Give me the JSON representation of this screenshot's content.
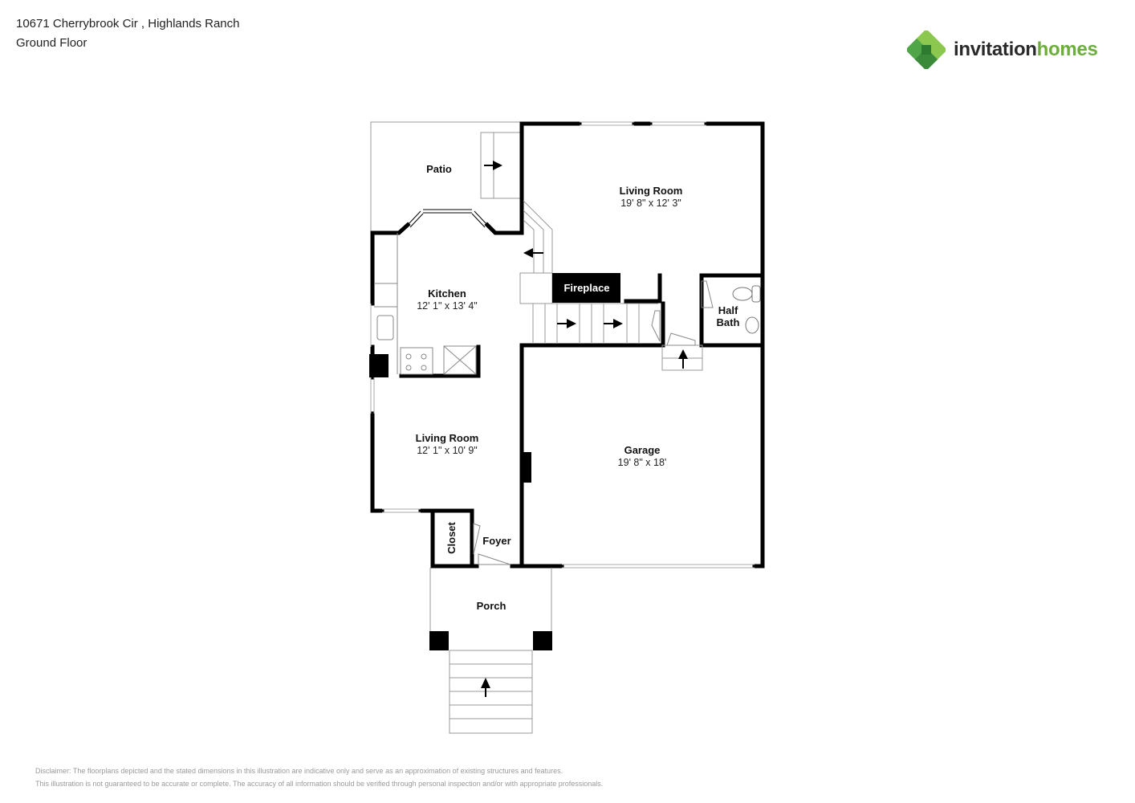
{
  "header": {
    "address": "10671 Cherrybrook Cir , Highlands Ranch",
    "floor": "Ground Floor"
  },
  "logo": {
    "word1": "invitation",
    "word2": "homes",
    "colors": {
      "dark_green": "#3a8a3a",
      "light_green": "#7cc24a",
      "text_dark": "#2a2a2a",
      "text_green": "#6cae3e"
    }
  },
  "rooms": {
    "patio": {
      "name": "Patio"
    },
    "living_room_upper": {
      "name": "Living Room",
      "dims": "19' 8\" x 12' 3\""
    },
    "kitchen": {
      "name": "Kitchen",
      "dims": "12' 1\" x 13' 4\""
    },
    "fireplace": {
      "name": "Fireplace"
    },
    "half_bath": {
      "name_line1": "Half",
      "name_line2": "Bath"
    },
    "living_room_lower": {
      "name": "Living Room",
      "dims": "12' 1\" x 10' 9\""
    },
    "garage": {
      "name": "Garage",
      "dims": "19' 8\" x 18'"
    },
    "closet": {
      "name": "Closet"
    },
    "foyer": {
      "name": "Foyer"
    },
    "porch": {
      "name": "Porch"
    }
  },
  "disclaimer": {
    "line1": "Disclaimer: The floorplans depicted and the stated dimensions in this illustration are indicative only and serve as an approximation of existing structures and features.",
    "line2": "This illustration is not guaranteed to be accurate or complete. The accuracy of all information should be verified through personal inspection and/or with appropriate professionals."
  }
}
